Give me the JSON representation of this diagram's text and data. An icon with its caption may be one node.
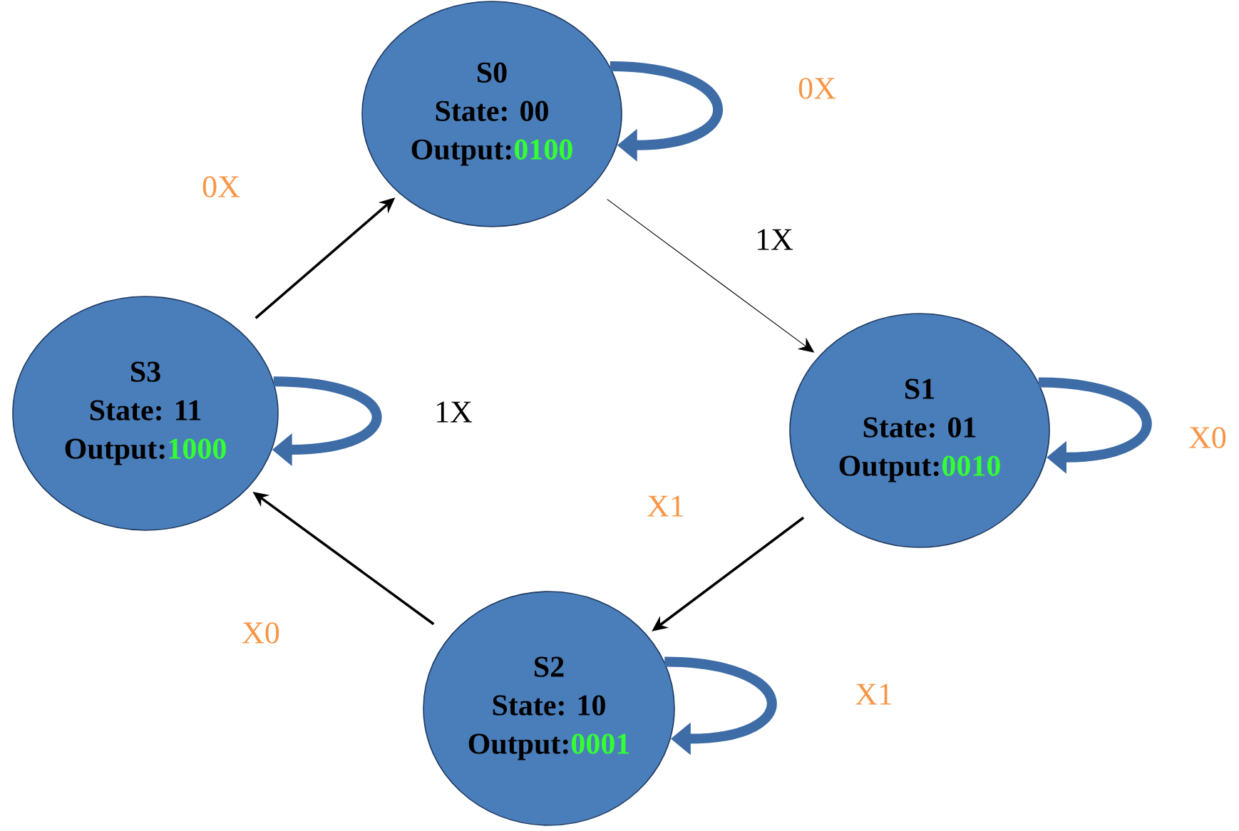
{
  "diagram": {
    "nodes": [
      {
        "text": [
          "S0",
          "State: 00",
          "Output:",
          "0100"
        ]
      },
      {
        "text": [
          "S1",
          "State: 01",
          "Output:",
          "0010"
        ]
      },
      {
        "text": [
          "S2",
          "State: 10",
          "Output:",
          "0001"
        ]
      },
      {
        "text": [
          "S3",
          "State: 11",
          "Output:",
          "1000"
        ]
      }
    ],
    "edges": [
      {
        "from": 0,
        "to": 0,
        "arrow": "to",
        "label": "0X",
        "style": "thick"
      },
      {
        "from": 0,
        "to": 1,
        "arrow": "to",
        "label": "1X",
        "color": "#000000"
      },
      {
        "from": 1,
        "to": 1,
        "arrow": "to",
        "label": "X0",
        "style": "thick"
      },
      {
        "from": 1,
        "to": 2,
        "arrow": "to",
        "label": "X1",
        "color": "#000000"
      },
      {
        "from": 2,
        "to": 2,
        "arrow": "to",
        "label": "X1",
        "style": "thick"
      },
      {
        "from": 2,
        "to": 3,
        "arrow": "to",
        "label": "X0",
        "color": "#000000"
      },
      {
        "from": 3,
        "to": 3,
        "arrow": "to",
        "label": "1X",
        "style": "thick"
      },
      {
        "from": 3,
        "to": 0,
        "arrow": "to",
        "label": "0X",
        "color": "#000000"
      }
    ]
  }
}
